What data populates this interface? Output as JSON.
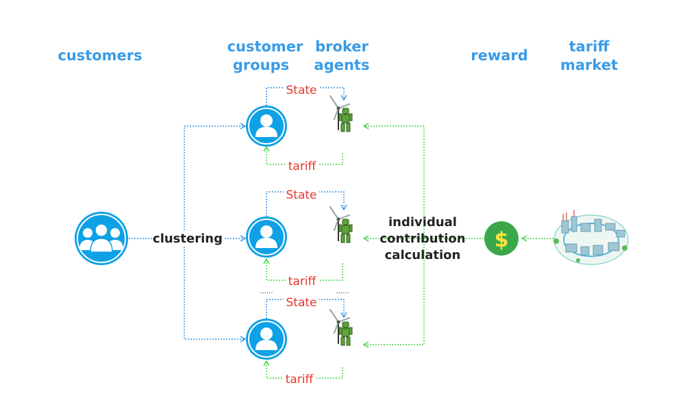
{
  "headers": {
    "customers": "customers",
    "customer_groups": [
      "customer",
      "groups"
    ],
    "broker_agents": [
      "broker",
      "agents"
    ],
    "reward": "reward",
    "tariff_market": [
      "tariff",
      "market"
    ]
  },
  "labels": {
    "clustering": "clustering",
    "contribution": [
      "individual",
      "contribution",
      "calculation"
    ],
    "dollar": "$",
    "ellipsis": "......"
  },
  "groups": [
    {
      "state_label": "State",
      "tariff_label": "tariff"
    },
    {
      "state_label": "State",
      "tariff_label": "tariff"
    },
    {
      "state_label": "State",
      "tariff_label": "tariff"
    }
  ],
  "colors": {
    "heading": "#3a9be6",
    "blue_line": "#2f8fe0",
    "green_line": "#39d639",
    "red_label": "#e8342a",
    "icon_circle": "#0ea1e6",
    "dollar_circle": "#3aa84a",
    "dollar_glyph": "#ffe23a",
    "body_text": "#222222"
  },
  "icons": {
    "customers": "customers-group-icon",
    "group": "customer-icon",
    "agent": "robot-wind-turbine-icon",
    "reward": "dollar-coin-icon",
    "market": "smart-grid-city-icon"
  }
}
